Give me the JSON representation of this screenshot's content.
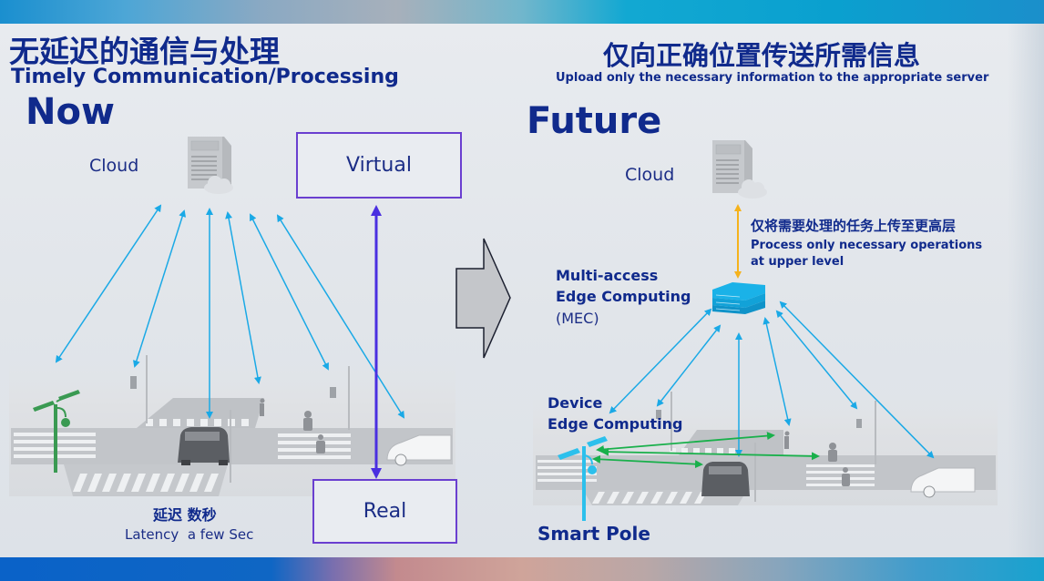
{
  "left": {
    "title_cn": "无延迟的通信与处理",
    "title_en": "Timely Communication/Processing",
    "section_label": "Now",
    "cloud_label": "Cloud",
    "virtual_label": "Virtual",
    "real_label": "Real",
    "latency_cn": "延迟 数秒",
    "latency_en": "Latency  a few Sec"
  },
  "right": {
    "title_cn": "仅向正确位置传送所需信息",
    "title_en": "Upload only the necessary information to the appropriate server",
    "section_label": "Future",
    "cloud_label": "Cloud",
    "upper_cn": "仅将需要处理的任务上传至更高层",
    "upper_en_line1": "Process only necessary operations",
    "upper_en_line2": "at upper level",
    "mec_line1": "Multi-access",
    "mec_line2": "Edge Computing",
    "mec_line3": "(MEC)",
    "dec_line1": "Device",
    "dec_line2": "Edge Computing",
    "smart_pole": "Smart Pole"
  },
  "icons": {
    "server": "server-with-cloud-icon",
    "mec": "mec-server-stack-icon",
    "transition": "right-arrow-icon",
    "pole_now": "street-lamp-icon",
    "pole_future": "smart-pole-icon"
  },
  "colors": {
    "text_primary": "#102a8c",
    "link_arrow": "#1aa9e6",
    "virtual_real_arrow": "#4a2fe0",
    "box_border": "#6a3fd0",
    "upper_arrow": "#f5b21c",
    "device_link": "#19b04b",
    "now_pole": "#3a9a52",
    "smart_pole": "#2cc0ec"
  }
}
